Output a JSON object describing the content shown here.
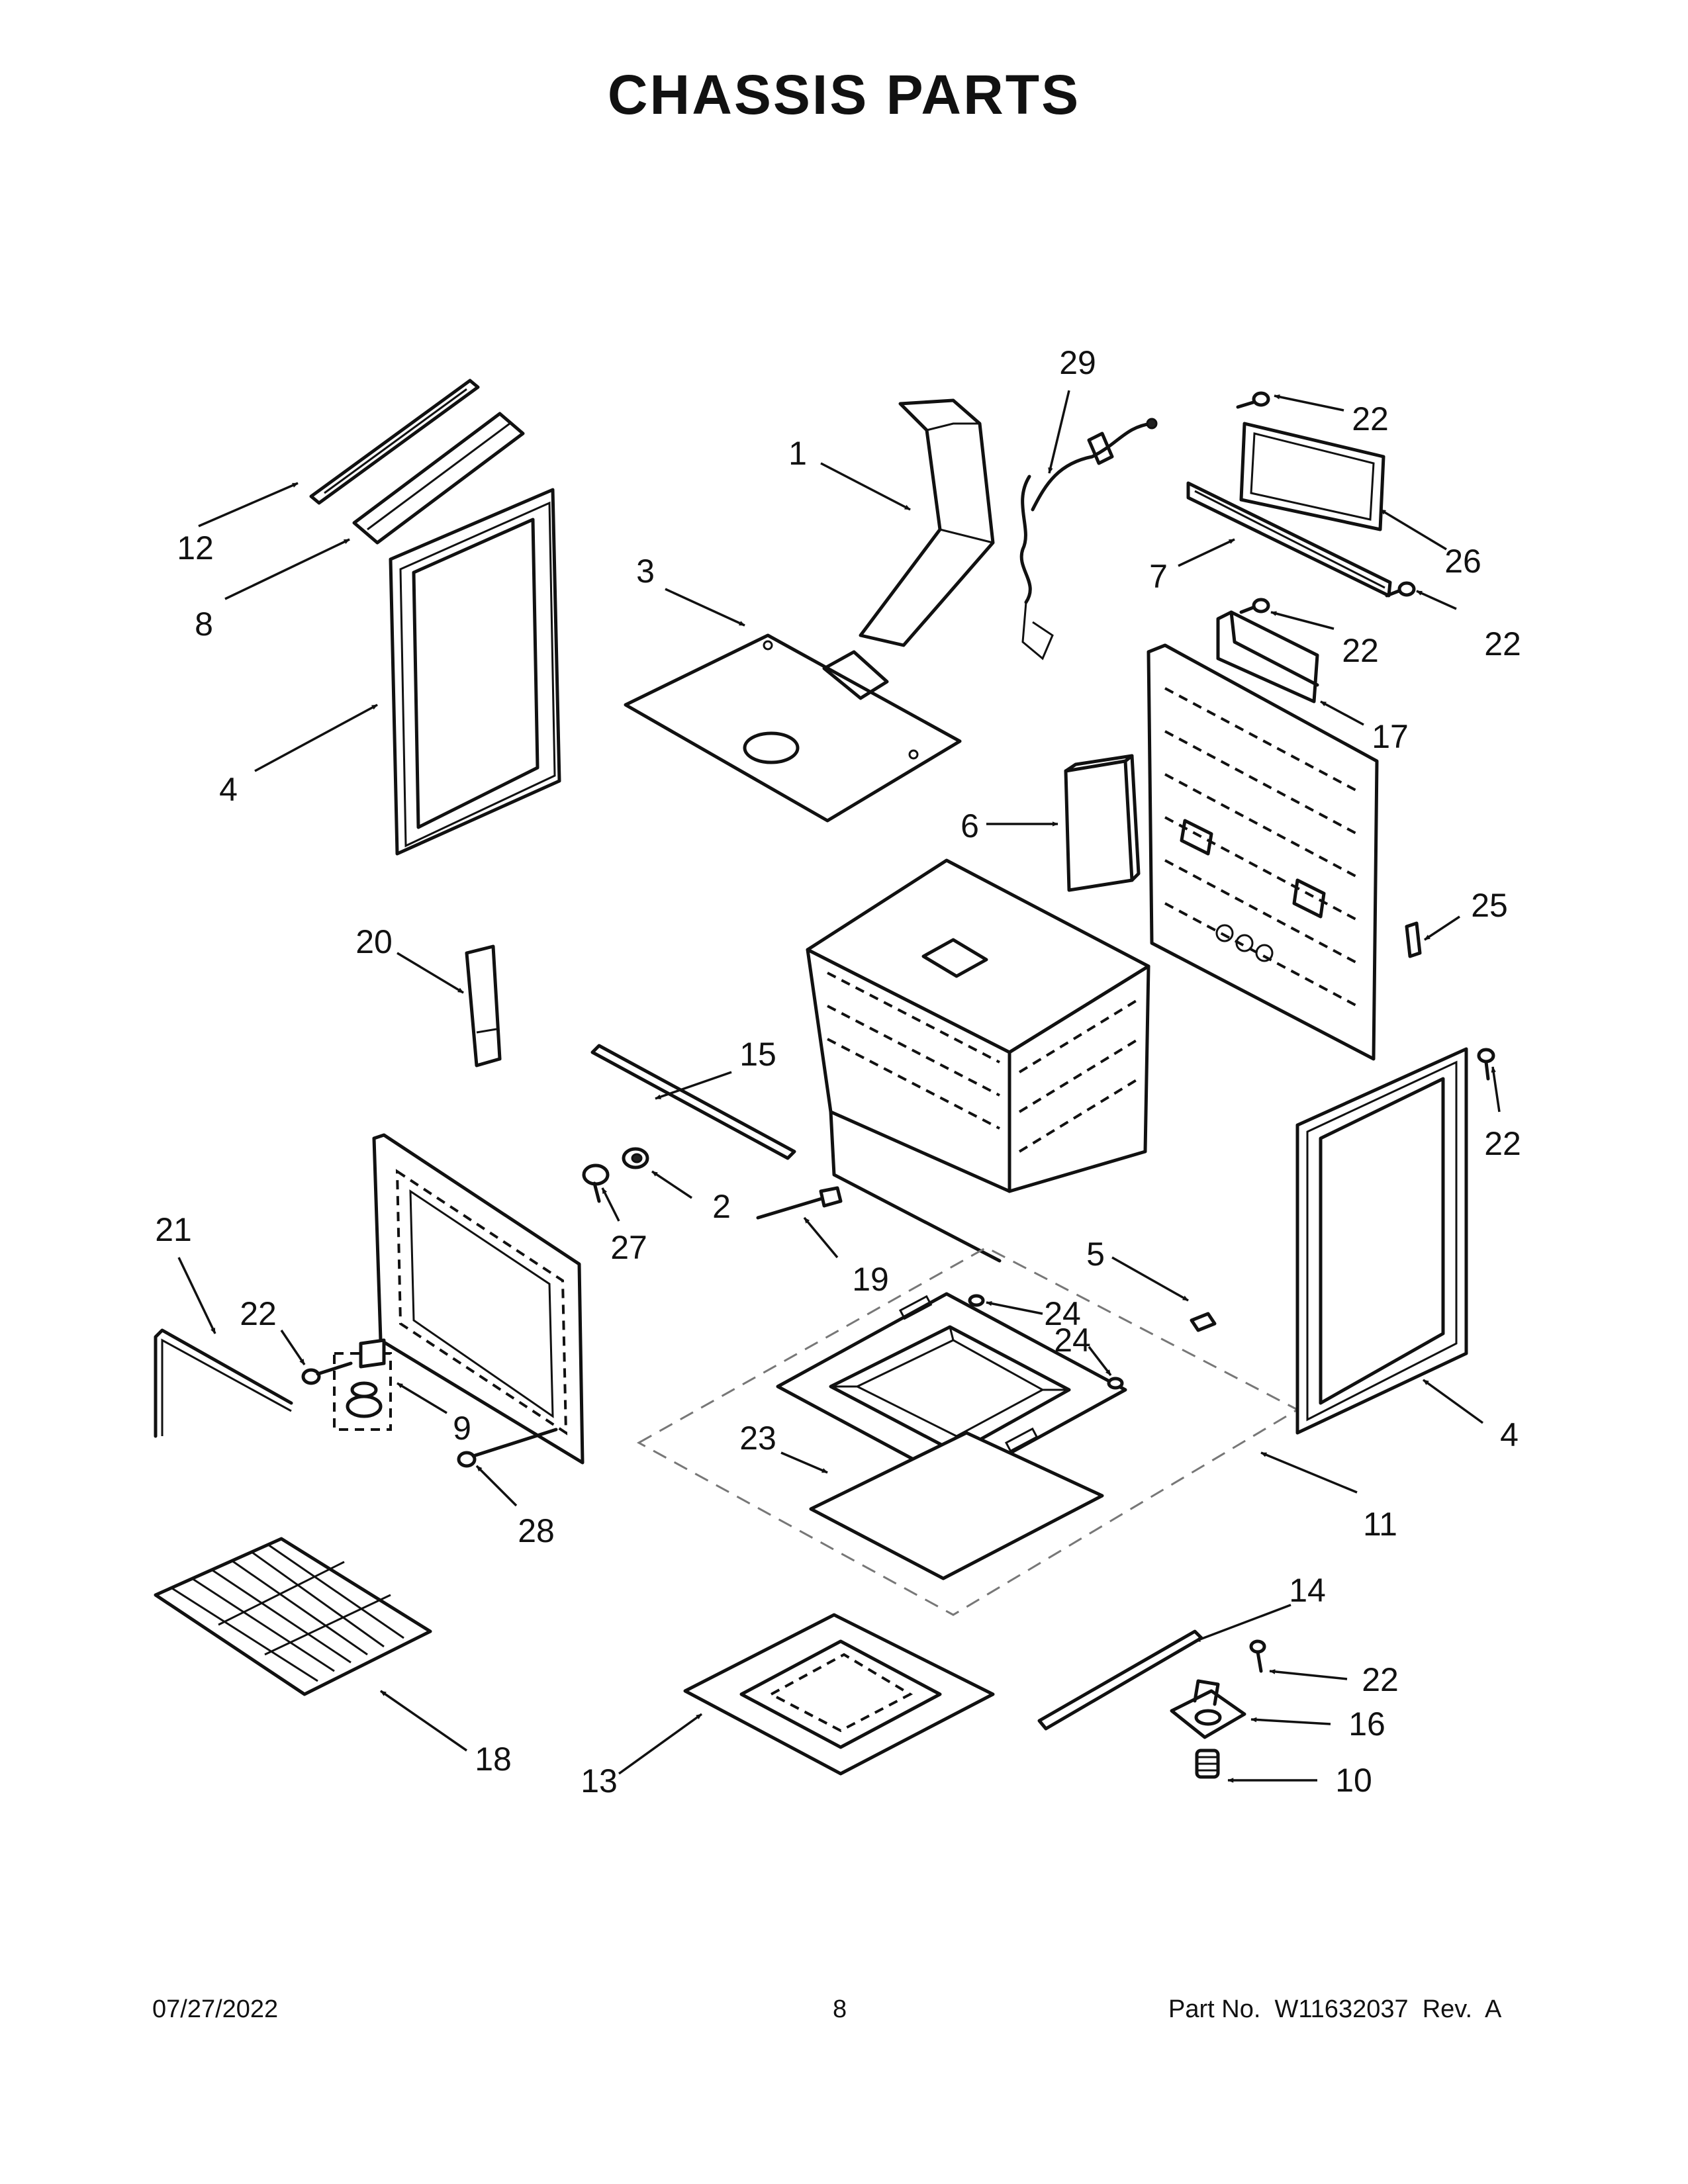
{
  "page": {
    "title": "CHASSIS PARTS",
    "footer": {
      "date": "07/27/2022",
      "page_number": "8",
      "part_number": "Part No.  W11632037  Rev.  A"
    }
  },
  "callouts": [
    "1",
    "2",
    "3",
    "4",
    "4",
    "5",
    "6",
    "7",
    "8",
    "9",
    "10",
    "11",
    "12",
    "13",
    "14",
    "15",
    "16",
    "17",
    "18",
    "19",
    "20",
    "21",
    "22",
    "22",
    "22",
    "22",
    "22",
    "22",
    "23",
    "24",
    "24",
    "25",
    "26",
    "27",
    "28",
    "29"
  ]
}
